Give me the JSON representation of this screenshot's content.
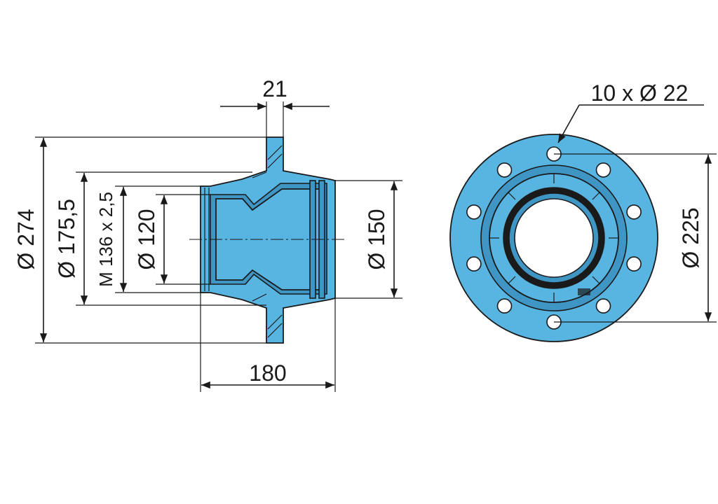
{
  "drawing": {
    "colors": {
      "part_fill": "#58b4e0",
      "part_shade": "#3f96c4",
      "line": "#1a1a1a",
      "background": "#ffffff"
    },
    "dimensions": {
      "flange_width": "21",
      "hub_length": "180",
      "outer_diameter": "Ø 274",
      "inner_diameter_175": "Ø 175,5",
      "thread": "M 136 x 2,5",
      "bore_diameter": "Ø 120",
      "seat_diameter": "Ø 150",
      "bolt_circle": "Ø 225",
      "bolt_holes": "10 x Ø 22"
    }
  }
}
